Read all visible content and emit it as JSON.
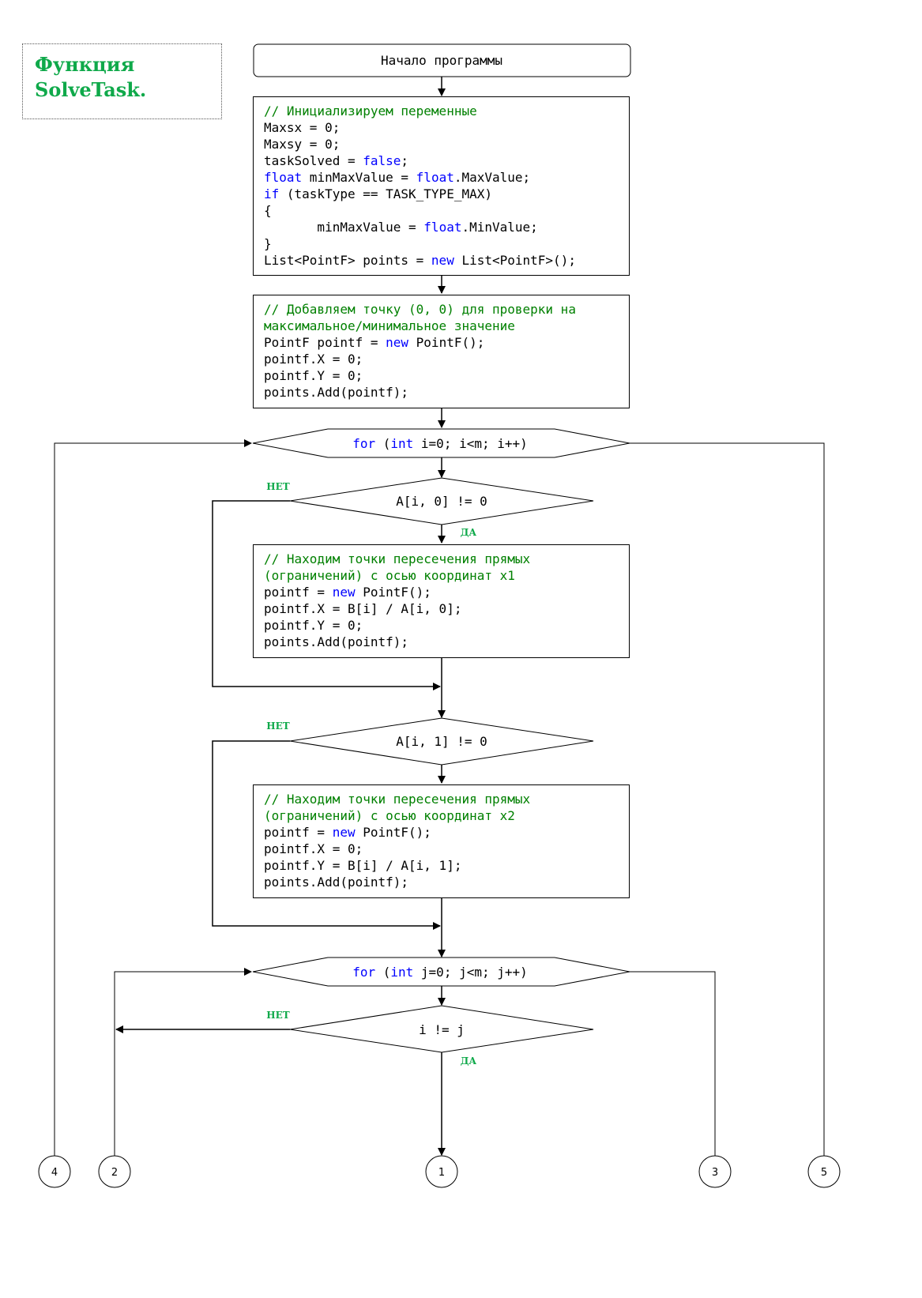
{
  "title": {
    "line1": "Функция",
    "line2": "SolveTask."
  },
  "start": "Начало программы",
  "block1": [
    [
      [
        "// Инициализируем переменные",
        "c"
      ]
    ],
    [
      [
        "Maxsx = 0;",
        "t"
      ]
    ],
    [
      [
        "Maxsy = 0;",
        "t"
      ]
    ],
    [
      [
        "taskSolved = ",
        "t"
      ],
      [
        "false",
        "k"
      ],
      [
        ";",
        "t"
      ]
    ],
    [
      [
        "float",
        "k"
      ],
      [
        " minMaxValue = ",
        "t"
      ],
      [
        "float",
        "k"
      ],
      [
        ".MaxValue;",
        "t"
      ]
    ],
    [
      [
        "if",
        "k"
      ],
      [
        " (taskType == TASK_TYPE_MAX)",
        "t"
      ]
    ],
    [
      [
        "{",
        "t"
      ]
    ],
    [
      [
        "       minMaxValue = ",
        "t"
      ],
      [
        "float",
        "k"
      ],
      [
        ".MinValue;",
        "t"
      ]
    ],
    [
      [
        "}",
        "t"
      ]
    ],
    [
      [
        "List<PointF> points = ",
        "t"
      ],
      [
        "new",
        "k"
      ],
      [
        " List<PointF>();",
        "t"
      ]
    ]
  ],
  "block2": [
    [
      [
        "// Добавляем точку (0, 0) для проверки на",
        "c"
      ]
    ],
    [
      [
        "максимальное/минимальное значение",
        "c"
      ]
    ],
    [
      [
        "PointF pointf = ",
        "t"
      ],
      [
        "new",
        "k"
      ],
      [
        " PointF();",
        "t"
      ]
    ],
    [
      [
        "pointf.X = 0;",
        "t"
      ]
    ],
    [
      [
        "pointf.Y = 0;",
        "t"
      ]
    ],
    [
      [
        "points.Add(pointf);",
        "t"
      ]
    ]
  ],
  "loop_i": [
    [
      "for",
      "k"
    ],
    [
      " (",
      "t"
    ],
    [
      "int",
      "k"
    ],
    [
      " i=0; i<m; i++)",
      "t"
    ]
  ],
  "cond1": "A[i, 0] != 0",
  "block3": [
    [
      [
        "// Находим точки пересечения прямых",
        "c"
      ]
    ],
    [
      [
        "(ограничений) с осью координат x1",
        "c"
      ]
    ],
    [
      [
        "pointf = ",
        "t"
      ],
      [
        "new",
        "k"
      ],
      [
        " PointF();",
        "t"
      ]
    ],
    [
      [
        "pointf.X = B[i] / A[i, 0];",
        "t"
      ]
    ],
    [
      [
        "pointf.Y = 0;",
        "t"
      ]
    ],
    [
      [
        "points.Add(pointf);",
        "t"
      ]
    ]
  ],
  "cond2": "A[i, 1] != 0",
  "block4": [
    [
      [
        "// Находим точки пересечения прямых",
        "c"
      ]
    ],
    [
      [
        "(ограничений) с осью координат x2",
        "c"
      ]
    ],
    [
      [
        "pointf = ",
        "t"
      ],
      [
        "new",
        "k"
      ],
      [
        " PointF();",
        "t"
      ]
    ],
    [
      [
        "pointf.X = 0;",
        "t"
      ]
    ],
    [
      [
        "pointf.Y = B[i] / A[i, 1];",
        "t"
      ]
    ],
    [
      [
        "points.Add(pointf);",
        "t"
      ]
    ]
  ],
  "loop_j": [
    [
      "for",
      "k"
    ],
    [
      " (",
      "t"
    ],
    [
      "int",
      "k"
    ],
    [
      " j=0; j<m; j++)",
      "t"
    ]
  ],
  "cond3": "i != j",
  "labels": {
    "no": "НЕТ",
    "yes": "ДА"
  },
  "connectors": [
    "4",
    "2",
    "1",
    "3",
    "5"
  ],
  "colors": {
    "title": "#0fa94a",
    "comment": "#008000",
    "keyword": "#0000ff",
    "yesno": "#0fa94a"
  }
}
